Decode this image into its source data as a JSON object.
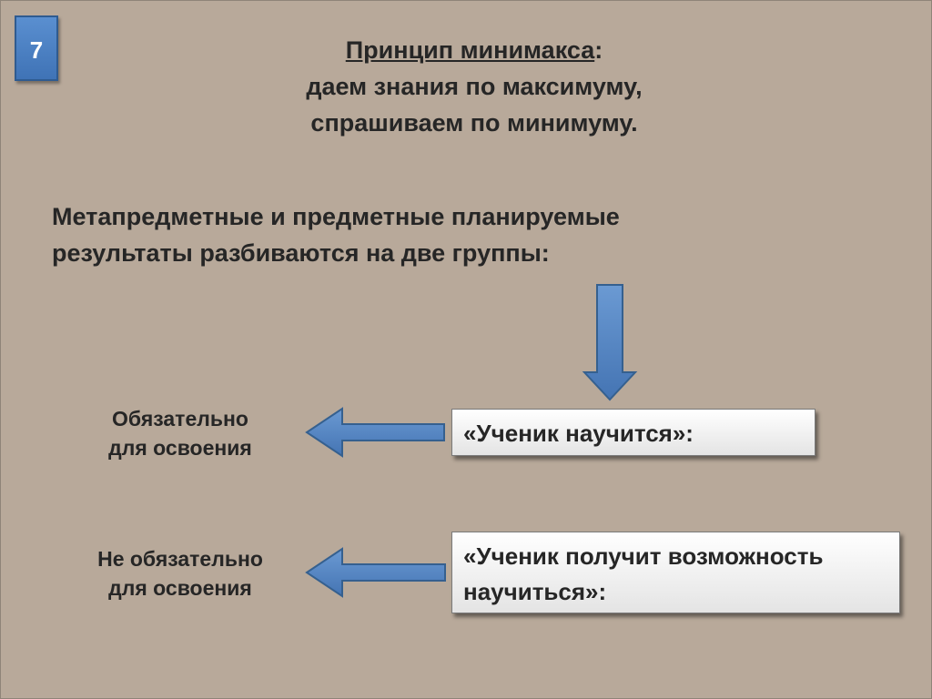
{
  "slide_number": "7",
  "title": {
    "heading": "Принцип минимакса",
    "colon": ":",
    "line2": "даем знания по максимуму,",
    "line3": "спрашиваем по минимуму."
  },
  "intro": {
    "line1": "Метапредметные и предметные планируемые",
    "line2": "результаты разбиваются на две группы:"
  },
  "groups": [
    {
      "box_text": "«Ученик научится»:",
      "label_line1": "Обязательно",
      "label_line2": "для освоения"
    },
    {
      "box_line1": "«Ученик получит возможность",
      "box_line2": "научиться»:",
      "label_line1": "Не обязательно",
      "label_line2": "для освоения"
    }
  ],
  "colors": {
    "background": "#b8a99a",
    "arrow_fill": "#4f81bd",
    "arrow_stroke": "#35608f",
    "badge": "#4a80c4"
  }
}
